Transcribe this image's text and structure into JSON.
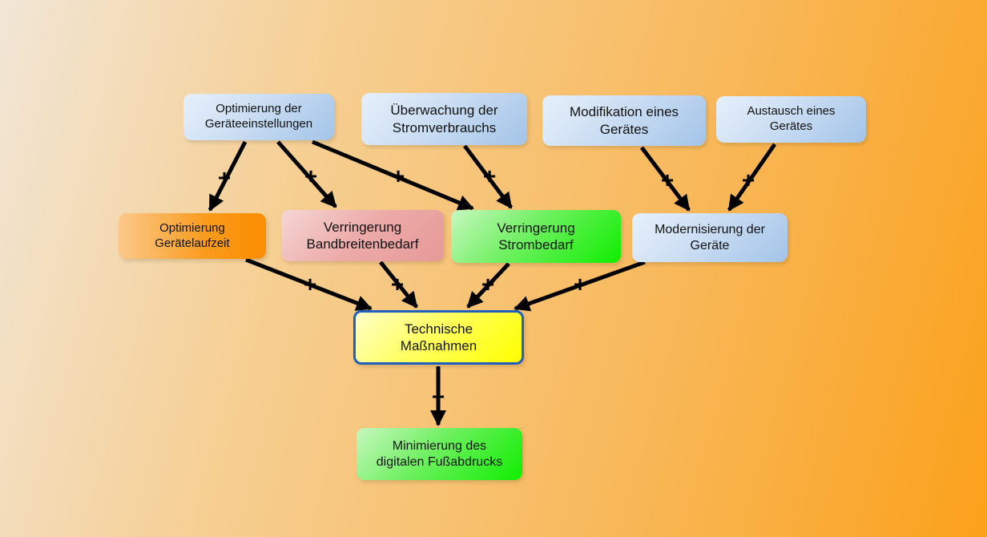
{
  "nodes": {
    "n1": "Optimierung der\nGeräteeinstellungen",
    "n2": "Überwachung der\nStromverbrauchs",
    "n3": "Modifikation eines\nGerätes",
    "n4": "Austausch eines\nGerätes",
    "n5": "Optimierung\nGerätelaufzeit",
    "n6": "Verringerung\nBandbreitenbedarf",
    "n7": "Verringerung\nStrombedarf",
    "n8": "Modernisierung der\nGeräte",
    "n9": "Technische\nMaßnahmen",
    "n10": "Minimierung des\ndigitalen Fußabdrucks"
  },
  "edges": [
    {
      "from": "n1",
      "to": "n5",
      "label": "+"
    },
    {
      "from": "n1",
      "to": "n6",
      "label": "+"
    },
    {
      "from": "n1",
      "to": "n7",
      "label": "+"
    },
    {
      "from": "n2",
      "to": "n7",
      "label": "+"
    },
    {
      "from": "n3",
      "to": "n8",
      "label": "+"
    },
    {
      "from": "n4",
      "to": "n8",
      "label": "+"
    },
    {
      "from": "n5",
      "to": "n9",
      "label": "+"
    },
    {
      "from": "n6",
      "to": "n9",
      "label": "+"
    },
    {
      "from": "n7",
      "to": "n9",
      "label": "+"
    },
    {
      "from": "n8",
      "to": "n9",
      "label": "+"
    },
    {
      "from": "n9",
      "to": "n10",
      "label": "+"
    }
  ]
}
